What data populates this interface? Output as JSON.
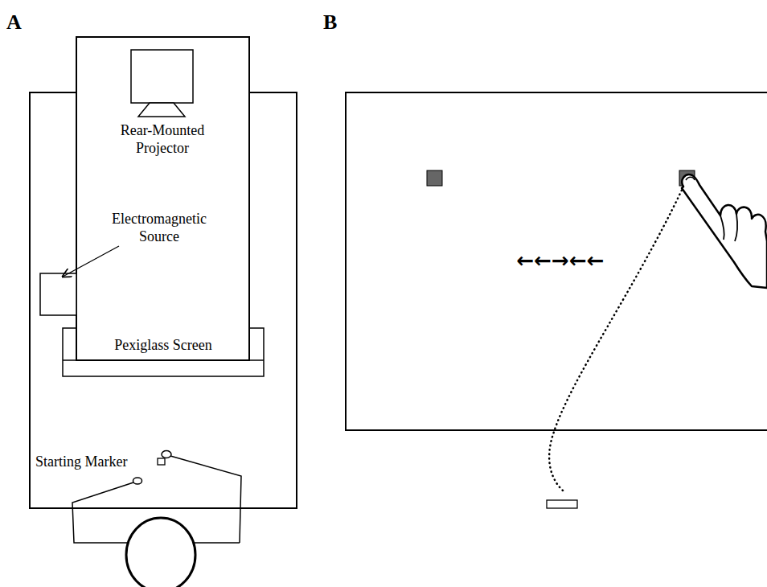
{
  "diagram": {
    "labels": [
      "A",
      "B",
      "Rear-Mounted Projector",
      "Electromagnetic Source",
      "Pexiglass Screen",
      "Starting Marker",
      "←←→←←"
    ]
  }
}
